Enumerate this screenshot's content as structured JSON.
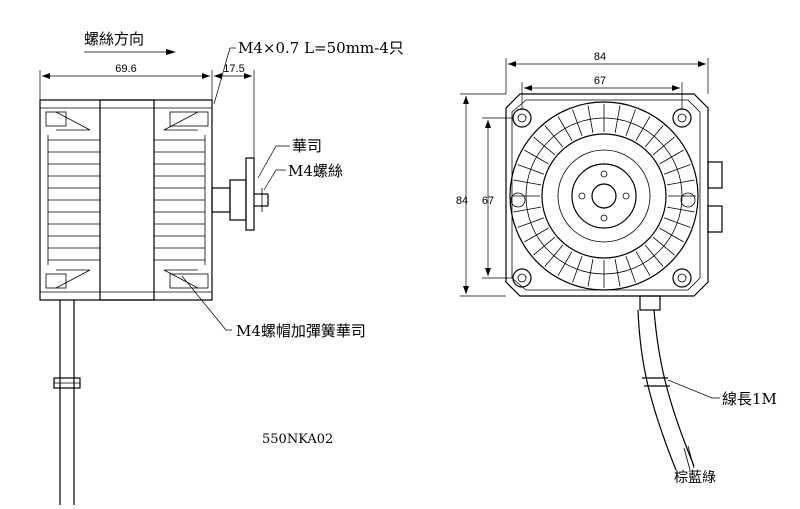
{
  "labels": {
    "screw_direction": "螺絲方向",
    "screw_spec": "M4×0.7 L=50mm-4只",
    "washer": "華司",
    "m4_screw": "M4螺絲",
    "nut_spring_washer": "M4螺帽加彈簧華司",
    "wire_length": "線長1M",
    "wire_colors": "棕藍綠",
    "model": "550NKA02"
  },
  "dimensions": {
    "body_length": "69.6",
    "shaft_length": "17.5",
    "frame_width": "84",
    "hole_spacing_h": "67",
    "frame_height": "84",
    "hole_spacing_v": "67"
  }
}
